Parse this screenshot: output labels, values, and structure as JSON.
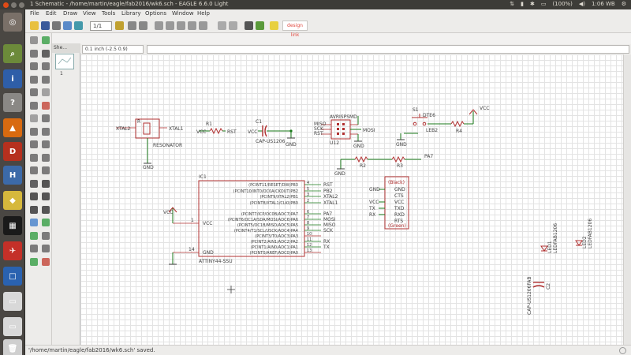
{
  "topbar": {
    "title": "1 Schematic - /home/martin/eagle/fab2016/wk6.sch - EAGLE 6.6.0 Light",
    "battery": "(100%)",
    "time": "1:06 WB"
  },
  "menu": [
    "File",
    "Edit",
    "Draw",
    "View",
    "Tools",
    "Library",
    "Options",
    "Window",
    "Help"
  ],
  "toolbar": {
    "sheet_value": "1/1",
    "designlink_label": "design link"
  },
  "sheets": {
    "tab_label": "She...",
    "thumb_number": "1"
  },
  "command": {
    "coordinate": "0.1 inch (-2.5 0.9)",
    "input": ""
  },
  "status_message": "'/home/martin/eagle/fab2016/wk6.sch' saved.",
  "colors": {
    "wire": "#1a7a1a",
    "part": "#b03030",
    "text": "#404040",
    "grid": "#e3e3e3"
  },
  "schematic": {
    "resonator": {
      "xtal2": "XTAL2",
      "xtal1": "XTAL1",
      "ref": "R",
      "value": "RESONATOR",
      "gnd": "GND"
    },
    "r1": {
      "ref": "R1",
      "vcc": "VCC",
      "rst": "RST"
    },
    "c1": {
      "ref": "C1",
      "vcc": "VCC",
      "value": "CAP-US1206",
      "gnd": "GND"
    },
    "isp": {
      "ref": "U12",
      "value": "AVRISPSMD",
      "miso": "MISO",
      "sck": "SCK",
      "rst": "RST",
      "mosi": "MOSI",
      "gnd": "GND",
      "vcc": "VCC"
    },
    "switch": {
      "ref": "S1",
      "value": "DTE6",
      "led_ref": "LEB2",
      "r4": "R4",
      "vcc": "VCC",
      "gnd": "GND"
    },
    "r2": {
      "ref": "R2",
      "gnd": "GND"
    },
    "r3": {
      "ref": "R3",
      "pa": "PA7"
    },
    "ftdi": {
      "pins": [
        "GND",
        "CTS",
        "VCC",
        "TXD",
        "RXD",
        "RTS"
      ],
      "nets": [
        "GND",
        "VCC",
        "TX",
        "RX"
      ],
      "top": "(Black)",
      "bottom": "(Green)"
    },
    "ic1": {
      "ref": "IC1",
      "value": "ATTINY44-SSU",
      "left_vcc": "VCC",
      "left_gnd": "GND",
      "vcc_label": "VCC",
      "left_pin_vcc": "1",
      "left_pin_gnd": "14",
      "pins": [
        {
          "name": "(PCINT11/RESET/DW)PB3",
          "num": "4",
          "net": "RST"
        },
        {
          "name": "(PCINT10/INT0/OC0A/CKOUT)PB2",
          "num": "5",
          "net": "PB2"
        },
        {
          "name": "(PCINT9/XTAL2)PB1",
          "num": "3",
          "net": "XTAL2"
        },
        {
          "name": "(PCINT8/XTAL1/CLKI)PB0",
          "num": "2",
          "net": "XTAL1"
        },
        {
          "name": "(PCINT7/ICP/OC0B/ADC7)PA7",
          "num": "6",
          "net": "PA7"
        },
        {
          "name": "(PCINT6/OC1A/SDA/MOSI/ADC6)PA6",
          "num": "7",
          "net": "MOSI"
        },
        {
          "name": "(PCINT5/OC1B/MISO/ADC5)PA5",
          "num": "8",
          "net": "MISO"
        },
        {
          "name": "(PCINT4/T1/SCL/USCK/ADC4)PA4",
          "num": "9",
          "net": "SCK"
        },
        {
          "name": "(PCINT3/T0/ADC3)PA3",
          "num": "10",
          "net": ""
        },
        {
          "name": "(PCINT2/AIN1/ADC2)PA2",
          "num": "11",
          "net": "RX"
        },
        {
          "name": "(PCINT1/AIN0/ADC1)PA1",
          "num": "12",
          "net": "TX"
        },
        {
          "name": "(PCINT0/AREF/ADC0)PA0",
          "num": "13",
          "net": ""
        }
      ]
    },
    "leds": [
      {
        "ref": "LED1",
        "value": "LEDFAB1206"
      },
      {
        "ref": "LED2",
        "value": "LEDFAB1206"
      }
    ],
    "c2": {
      "ref": "C2",
      "value": "CAP-US1206FAB"
    }
  }
}
